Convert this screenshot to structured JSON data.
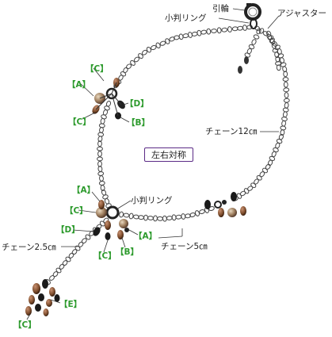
{
  "labels": {
    "clasp_ring": "引輪",
    "small_ring_top": "小判リング",
    "adjuster": "アジャスター",
    "chain_12": "チェーン12㎝",
    "symmetric": "左右対称",
    "small_ring_mid": "小判リング",
    "chain_25": "チェーン2.5㎝",
    "chain_5": "チェーン5㎝"
  },
  "tags": {
    "c1": "【C】",
    "a1": "【A】",
    "d1": "【D】",
    "c2": "【C】",
    "b1": "【B】",
    "a2": "【A】",
    "c3": "【C】",
    "d2": "【D】",
    "c4": "【C】",
    "b2": "【B】",
    "a3": "【A】",
    "e1": "【E】",
    "c5": "【C】"
  },
  "colors": {
    "chain": "#444444",
    "bead_bronze": "#8a5a3a",
    "bead_black": "#1a1a1a",
    "pearl": "#a08060",
    "tag_green": "#2e9b2e",
    "box_purple": "#5b2b86"
  }
}
